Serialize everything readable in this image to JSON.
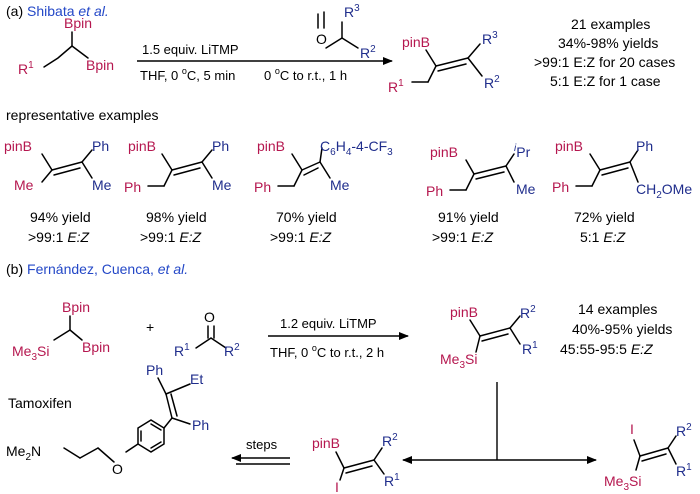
{
  "colors": {
    "magenta": "#b5174f",
    "blue": "#1f2d8c",
    "link_blue": "#2448c7"
  },
  "panel_a": {
    "label": "(a)",
    "authors": "Shibata",
    "etal": "et al.",
    "substrate": {
      "r": "R",
      "r_sup": "1",
      "bpin_top": "Bpin",
      "bpin_bottom": "Bpin"
    },
    "ketone": {
      "o": "O",
      "r3": "R",
      "r3_sup": "3",
      "r2": "R",
      "r2_sup": "2"
    },
    "conditions_top": "1.5 equiv. LiTMP",
    "conditions_bottom": "THF, 0 ",
    "conditions_bottom_tail": "C, 5 min",
    "conditions_right": "0 ",
    "conditions_right_tail": "C to r.t., 1 h",
    "deg": "o",
    "product": {
      "pinb": "pinB",
      "r1": "R",
      "r1_sup": "1",
      "r2": "R",
      "r2_sup": "2",
      "r3": "R",
      "r3_sup": "3"
    },
    "summary": [
      "21 examples",
      "34%-98% yields",
      ">99:1 E:Z for 20 cases",
      "5:1 E:Z for 1 case"
    ],
    "representative_label": "representative examples",
    "examples": [
      {
        "pinb": "pinB",
        "left": "Me",
        "right_top": "Ph",
        "right_bottom": "Me",
        "yield": "94% yield",
        "ratio": ">99:1 ",
        "ez": "E:Z"
      },
      {
        "pinb": "pinB",
        "left": "Ph",
        "right_top": "Ph",
        "right_bottom": "Me",
        "yield": "98% yield",
        "ratio": ">99:1 ",
        "ez": "E:Z"
      },
      {
        "pinb": "pinB",
        "left": "Ph",
        "right_top": "C6H4-4-CF3",
        "right_bottom": "Me",
        "yield": "70% yield",
        "ratio": ">99:1 ",
        "ez": "E:Z"
      },
      {
        "pinb": "pinB",
        "left": "Ph",
        "right_top": "iPr",
        "right_bottom": "Me",
        "yield": "91% yield",
        "ratio": ">99:1 ",
        "ez": "E:Z"
      },
      {
        "pinb": "pinB",
        "left": "Ph",
        "right_top": "Ph",
        "right_bottom": "CH2OMe",
        "yield": "72% yield",
        "ratio": "5:1 ",
        "ez": "E:Z"
      }
    ],
    "ex3_c6": "C",
    "ex3_6": "6",
    "ex3_h": "H",
    "ex3_4": "4",
    "ex3_tail": "-4-CF",
    "ex3_3": "3",
    "ex4_i": "i",
    "ex4_pr": "Pr",
    "ex5_ch": "CH",
    "ex5_2": "2",
    "ex5_ome": "OMe"
  },
  "panel_b": {
    "label": "(b)",
    "authors": "Fernández, Cuenca,",
    "etal": "et al.",
    "substrate": {
      "bpin_top": "Bpin",
      "bpin_right": "Bpin",
      "me3si": "Me",
      "me3si_3": "3",
      "me3si_si": "Si"
    },
    "plus": "+",
    "ketone": {
      "o": "O",
      "r1": "R",
      "r1_sup": "1",
      "r2": "R",
      "r2_sup": "2"
    },
    "conditions_top": "1.2 equiv. LiTMP",
    "conditions_bottom": "THF, 0 ",
    "conditions_bottom_tail": "C to r.t., 2 h",
    "deg": "o",
    "product": {
      "pinb": "pinB",
      "me3si": "Me",
      "me3si_3": "3",
      "me3si_si": "Si",
      "r1": "R",
      "r1_sup": "1",
      "r2": "R",
      "r2_sup": "2"
    },
    "summary": [
      "14 examples",
      "40%-95% yields",
      "45:55-95:5 "
    ],
    "summary_ez": "E:Z",
    "tamoxifen_label": "Tamoxifen",
    "tamoxifen": {
      "ph1": "Ph",
      "et": "Et",
      "ph2": "Ph",
      "me2n": "Me",
      "me2n_2": "2",
      "me2n_n": "N",
      "o": "O"
    },
    "steps": "steps",
    "iodo_left": {
      "pinb": "pinB",
      "i": "I",
      "r1": "R",
      "r1_sup": "1",
      "r2": "R",
      "r2_sup": "2"
    },
    "iodo_right": {
      "i": "I",
      "me3si": "Me",
      "me3si_3": "3",
      "me3si_si": "Si",
      "r1": "R",
      "r1_sup": "1",
      "r2": "R",
      "r2_sup": "2"
    }
  }
}
